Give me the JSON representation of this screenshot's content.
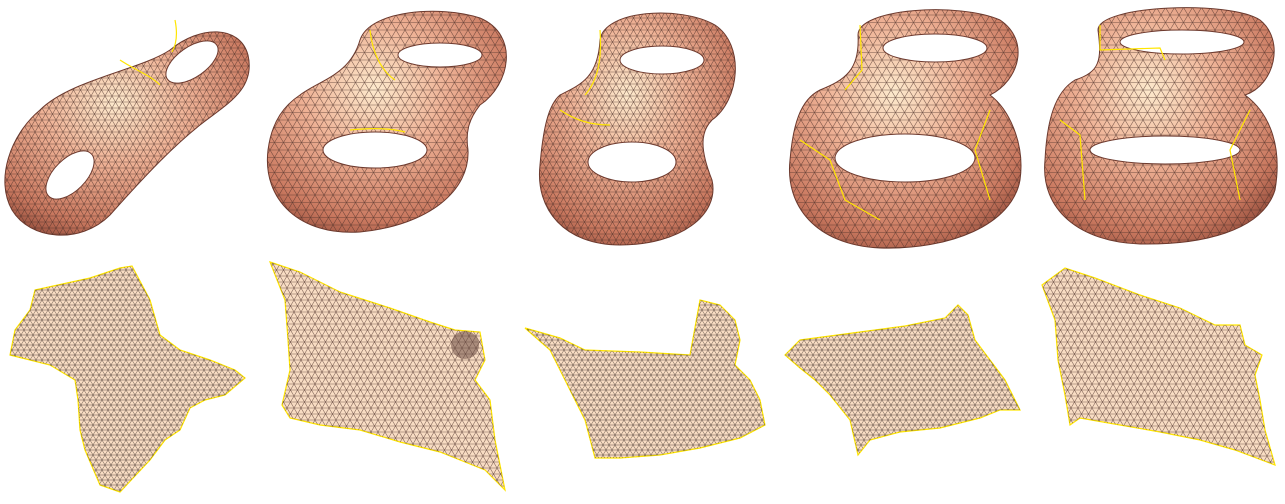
{
  "figure": {
    "colors": {
      "surface_light": "#fbe3c3",
      "surface_mid": "#e49c80",
      "surface_dark": "#9a5242",
      "mesh_line": "#3a2a26",
      "cut_seam": "#ffe600",
      "flat_fill": "#f8dcc3"
    },
    "meshes_3d": [
      {
        "name": "genus2-mesh-1",
        "style": "elongated"
      },
      {
        "name": "genus2-mesh-2",
        "style": "figure-eight"
      },
      {
        "name": "genus2-mesh-3",
        "style": "figure-eight-tall"
      },
      {
        "name": "genus2-mesh-4",
        "style": "figure-eight"
      },
      {
        "name": "genus2-mesh-5",
        "style": "figure-eight-wide"
      }
    ],
    "parameterizations_2d": [
      {
        "name": "flat-mesh-1"
      },
      {
        "name": "flat-mesh-2"
      },
      {
        "name": "flat-mesh-3"
      },
      {
        "name": "flat-mesh-4"
      },
      {
        "name": "flat-mesh-5"
      }
    ]
  }
}
